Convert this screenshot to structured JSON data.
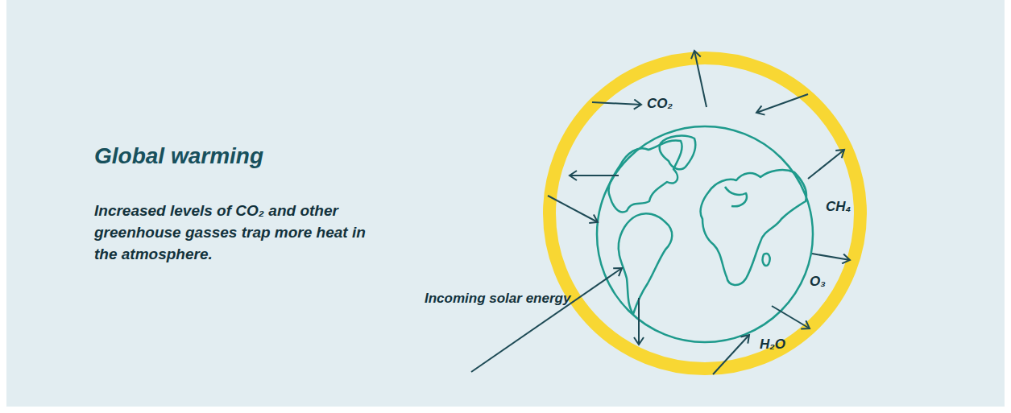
{
  "diagram": {
    "title": "Global warming",
    "caption": "Increased levels of CO₂ and other greenhouse gasses trap more heat in the atmosphere.",
    "labels": [
      "CO₂",
      "CH₄",
      "O₃",
      "H₂O",
      "Incoming solar energy"
    ]
  }
}
